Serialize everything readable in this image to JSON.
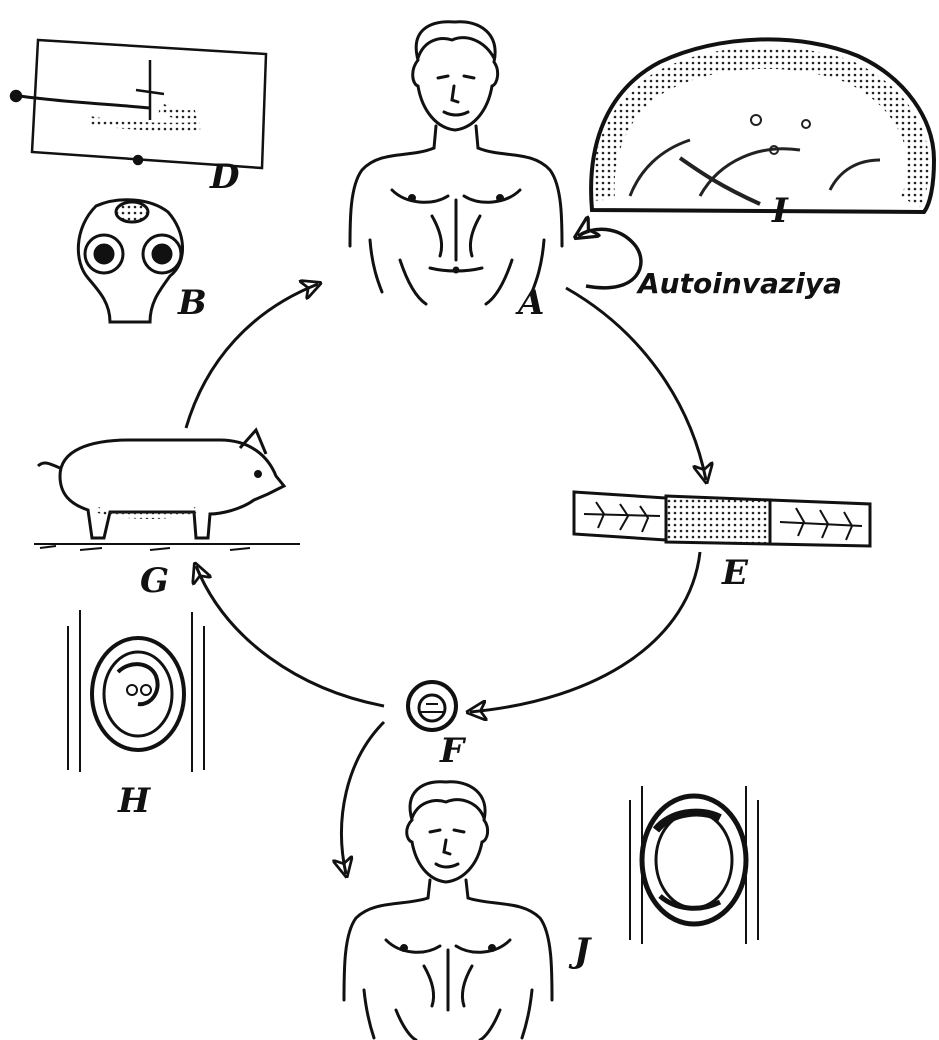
{
  "labels": {
    "A": "A",
    "B": "B",
    "D": "D",
    "E": "E",
    "F": "F",
    "G": "G",
    "H": "H",
    "I": "I",
    "J": "J"
  },
  "autoinvasion": "Autoinvaziya",
  "colors": {
    "ink": "#111111",
    "paper": "#ffffff"
  }
}
